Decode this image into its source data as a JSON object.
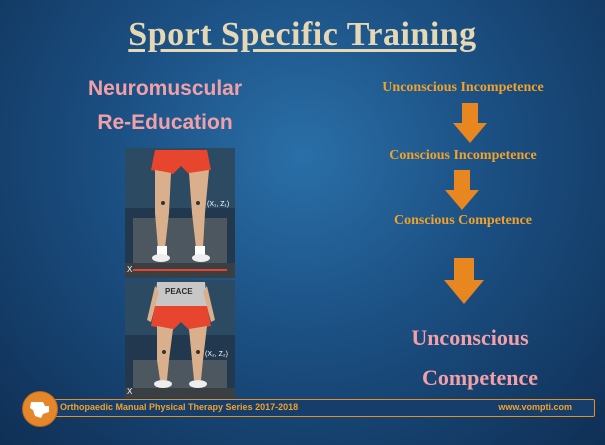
{
  "slide": {
    "title": "Sport  Specific Training",
    "left_heading_line1": "Neuromuscular",
    "left_heading_line2": "Re-Education",
    "photo_labels": {
      "top_marker": "(X₁, Z₁)",
      "top_axis": "X",
      "bottom_marker": "(X₂, Z₂)",
      "bottom_axis": "X",
      "shirt_text": "PEACE"
    },
    "stages": [
      "Unconscious Incompetence",
      "Conscious Incompetence",
      "Conscious Competence"
    ],
    "final_line1": "Unconscious",
    "final_line2": "Competence"
  },
  "footer": {
    "series": "Orthopaedic Manual Physical Therapy Series 2017-2018",
    "url": "www.vompti.com"
  },
  "colors": {
    "title": "#e7d8b5",
    "heading_pink": "#f2a0a8",
    "stage_orange": "#f0a22a",
    "arrow": "#e8861f",
    "footer_border": "#e1902a",
    "background": "#1b4f82"
  },
  "icons": {
    "logo": "vompti-logo-icon",
    "arrow": "arrow-down-icon"
  }
}
